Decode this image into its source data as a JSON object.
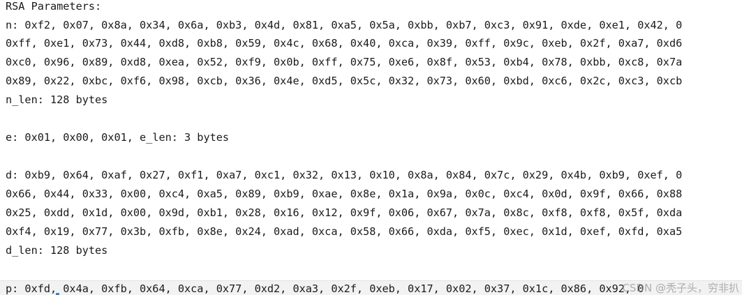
{
  "console": {
    "lines": [
      "RSA Parameters:",
      "n: 0xf2, 0x07, 0x8a, 0x34, 0x6a, 0xb3, 0x4d, 0x81, 0xa5, 0x5a, 0xbb, 0xb7, 0xc3, 0x91, 0xde, 0xe1, 0x42, 0",
      "0xff, 0xe1, 0x73, 0x44, 0xd8, 0xb8, 0x59, 0x4c, 0x68, 0x40, 0xca, 0x39, 0xff, 0x9c, 0xeb, 0x2f, 0xa7, 0xd6",
      "0xc0, 0x96, 0x89, 0xd8, 0xea, 0x52, 0xf9, 0x0b, 0xff, 0x75, 0xe6, 0x8f, 0x53, 0xb4, 0x78, 0xbb, 0xc8, 0x7a",
      "0x89, 0x22, 0xbc, 0xf6, 0x98, 0xcb, 0x36, 0x4e, 0xd5, 0x5c, 0x32, 0x73, 0x60, 0xbd, 0xc6, 0x2c, 0xc3, 0xcb",
      "n_len: 128 bytes",
      "",
      "e: 0x01, 0x00, 0x01, e_len: 3 bytes",
      "",
      "d: 0xb9, 0x64, 0xaf, 0x27, 0xf1, 0xa7, 0xc1, 0x32, 0x13, 0x10, 0x8a, 0x84, 0x7c, 0x29, 0x4b, 0xb9, 0xef, 0",
      "0x66, 0x44, 0x33, 0x00, 0xc4, 0xa5, 0x89, 0xb9, 0xae, 0x8e, 0x1a, 0x9a, 0x0c, 0xc4, 0x0d, 0x9f, 0x66, 0x88",
      "0x25, 0xdd, 0x1d, 0x00, 0x9d, 0xb1, 0x28, 0x16, 0x12, 0x9f, 0x06, 0x67, 0x7a, 0x8c, 0xf8, 0xf8, 0x5f, 0xda",
      "0xf4, 0x19, 0x77, 0x3b, 0xfb, 0x8e, 0x24, 0xad, 0xca, 0x58, 0x66, 0xda, 0xf5, 0xec, 0x1d, 0xef, 0xfd, 0xa5",
      "d_len: 128 bytes",
      ""
    ],
    "partial_line": "p: 0xfd, 0x4a, 0xfb, 0x64, 0xca, 0x77, 0xd2, 0xa3, 0x2f, 0xeb, 0x17, 0x02, 0x37, 0x1c, 0x86, 0x92, 0"
  },
  "watermark": "CSDN @秃子头，穷非扒"
}
